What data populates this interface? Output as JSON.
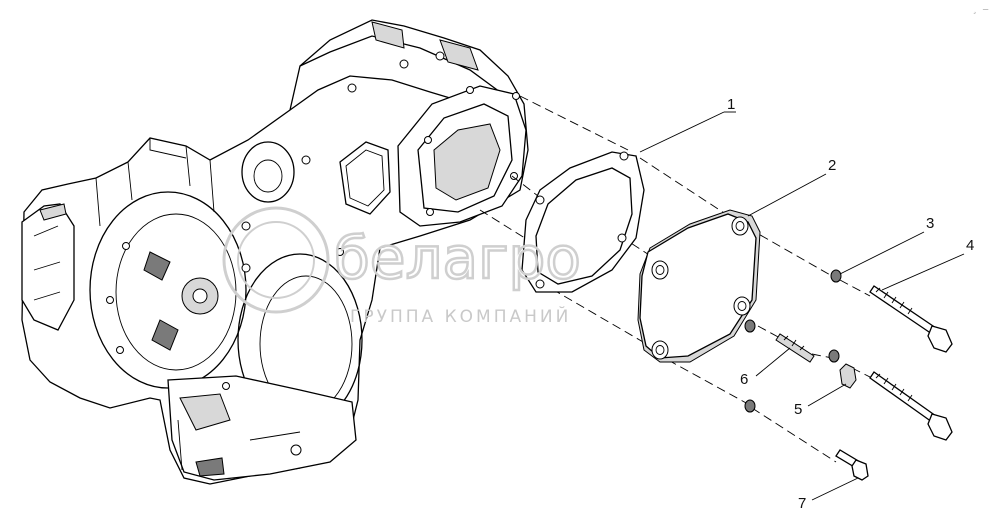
{
  "corner_mark": "¸ —",
  "watermark": {
    "brand": "белагро",
    "subtitle": "ГРУППА КОМПАНИЙ"
  },
  "callouts": [
    {
      "number": "1"
    },
    {
      "number": "2"
    },
    {
      "number": "3"
    },
    {
      "number": "4"
    },
    {
      "number": "5"
    },
    {
      "number": "6"
    },
    {
      "number": "7"
    }
  ]
}
